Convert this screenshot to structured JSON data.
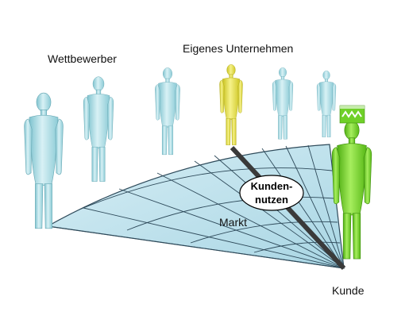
{
  "labels": {
    "competitors": "Wettbewerber",
    "own_company": "Eigenes Unternehmen",
    "market": "Markt",
    "customer_benefit_line1": "Kunden-",
    "customer_benefit_line2": "nutzen",
    "customer": "Kunde"
  },
  "colors": {
    "competitor_figure": "#a9dce4",
    "own_company_figure": "#e8e04a",
    "customer_figure": "#7ed321",
    "market_fan": "#c8e6ef",
    "fan_lines": "#2e4a5a",
    "benefit_ray": "#3a3a3a"
  }
}
